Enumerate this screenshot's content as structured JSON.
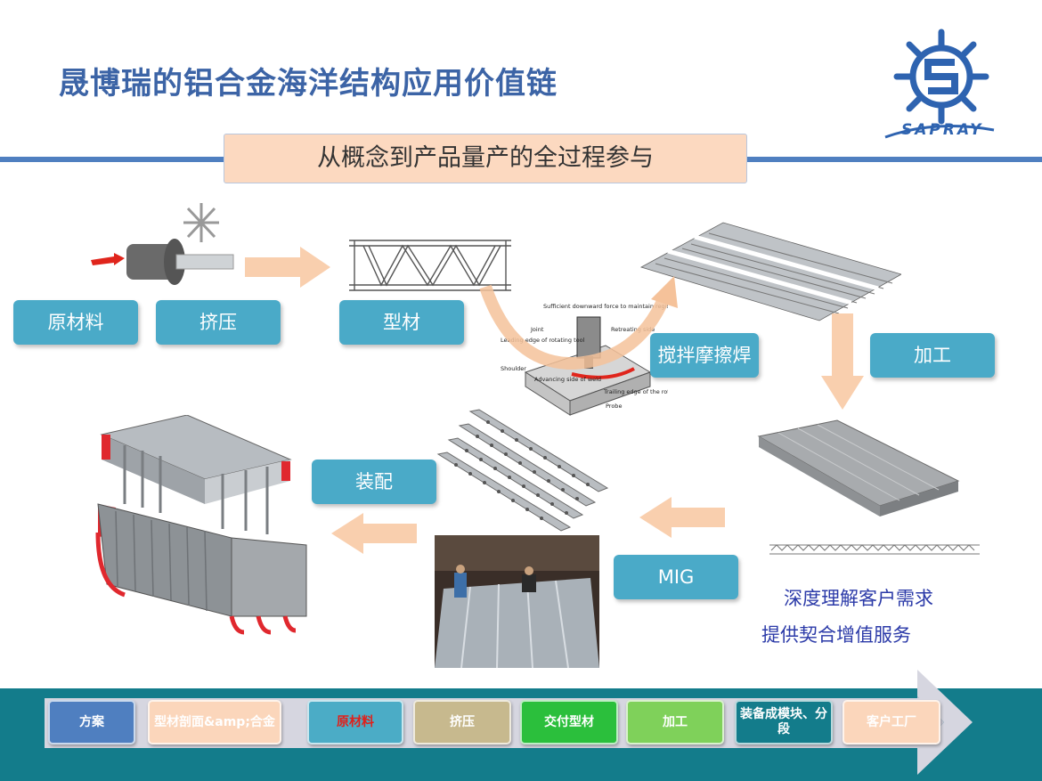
{
  "title": "晟博瑞的铝合金海洋结构应用价值链",
  "subtitle": "从概念到产品量产的全过程参与",
  "logo": {
    "text": "SAPRAY",
    "icon": "ship-wheel-s-icon",
    "color": "#2e63b0"
  },
  "process_labels": {
    "raw_material": "原材料",
    "extrusion": "挤压",
    "profile": "型材",
    "fsw": "搅拌摩擦焊",
    "machining": "加工",
    "assembly": "装配",
    "mig": "MIG"
  },
  "fsw_diagram_labels": {
    "force": "Sufficient downward force to maintain registered contact",
    "joint": "Joint",
    "leading_edge": "Leading edge of rotating tool",
    "shoulder": "Shoulder",
    "advancing": "Advancing side of weld",
    "retreating": "Retreating side",
    "trailing": "Trailing edge of the rotating tool",
    "probe": "Probe"
  },
  "value_text": {
    "line1": "深度理解客户需求",
    "line2": "提供契合增值服务"
  },
  "steps": [
    {
      "label": "方案",
      "bg": "#4f7fc0",
      "color": "#ffffff"
    },
    {
      "label": "型材剖面&amp;合金",
      "bg": "#fbd6bb",
      "color": "#ffffff"
    },
    {
      "label": "原材料",
      "bg": "#4bacc6",
      "color": "#e0201a"
    },
    {
      "label": "挤压",
      "bg": "#c7b98e",
      "color": "#ffffff"
    },
    {
      "label": "交付型材",
      "bg": "#2bbf3c",
      "color": "#ffffff"
    },
    {
      "label": "加工",
      "bg": "#7fd15a",
      "color": "#ffffff"
    },
    {
      "label": "装备成模块、分段",
      "bg": "#137c8b",
      "color": "#ffffff"
    },
    {
      "label": "客户工厂",
      "bg": "#fbd6bb",
      "color": "#ffffff"
    }
  ],
  "colors": {
    "title": "#3c64a6",
    "button": "#4aaac8",
    "arrow": "#f9cfae",
    "band": "#137c8b",
    "value_text": "#2b3aa8"
  }
}
